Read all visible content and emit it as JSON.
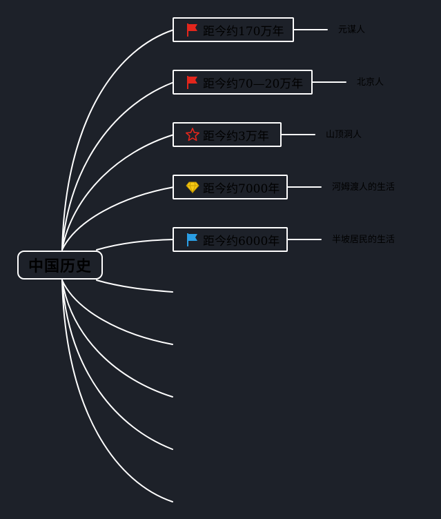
{
  "root": {
    "label": "中国历史"
  },
  "branches": [
    {
      "label": "距今约170万年",
      "icon": "red-flag-icon",
      "icon_color": "#e3261c",
      "leaf": "元谋人"
    },
    {
      "label": "距今约70—20万年",
      "icon": "red-flag-icon",
      "icon_color": "#e3261c",
      "leaf": "北京人"
    },
    {
      "label": "距今约3万年",
      "icon": "red-star-outline-icon",
      "icon_color": "#e3261c",
      "leaf": "山顶洞人"
    },
    {
      "label": "距今约7000年",
      "icon": "yellow-diamond-icon",
      "icon_color": "#f6c915",
      "leaf": "河姆渡人的生活"
    },
    {
      "label": "距今约6000年",
      "icon": "blue-flag-icon",
      "icon_color": "#2a9ee4",
      "leaf": "半坡居民的生活"
    }
  ],
  "colors": {
    "background": "#1d2129",
    "line": "#ffffff",
    "text": "#000000"
  }
}
